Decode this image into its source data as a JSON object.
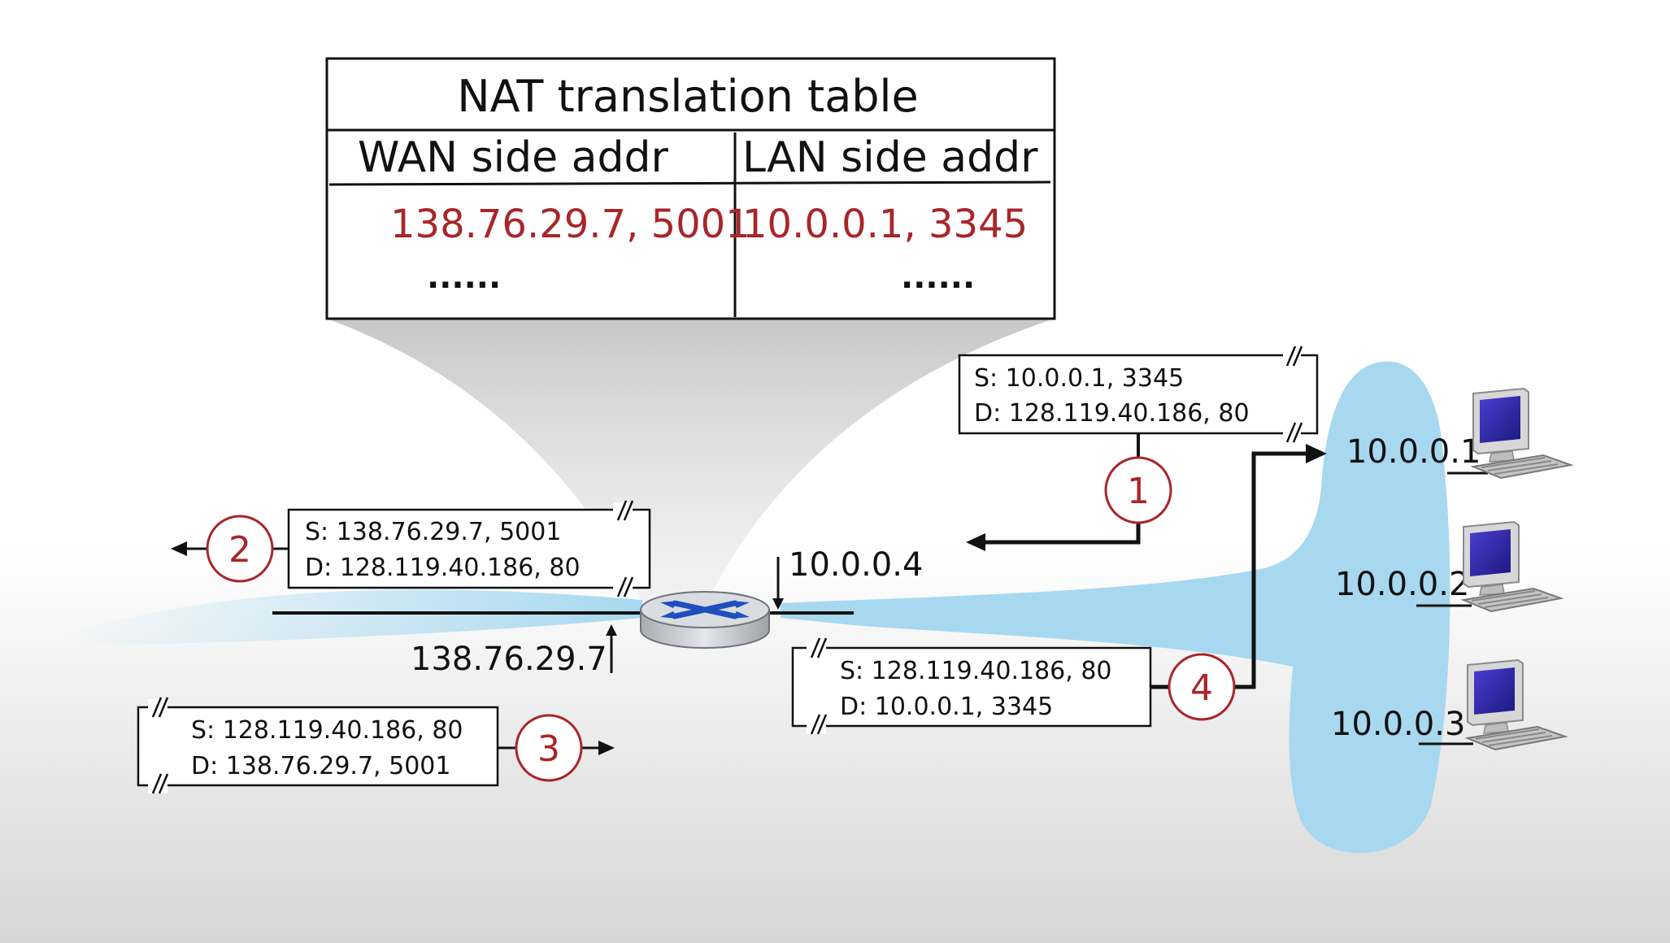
{
  "nat_table": {
    "title": "NAT translation table",
    "headers": {
      "wan": "WAN side addr",
      "lan": "LAN side addr"
    },
    "rows": [
      {
        "wan": "138.76.29.7, 5001",
        "lan": "10.0.0.1, 3345"
      },
      {
        "wan": "......",
        "lan": "......"
      }
    ]
  },
  "packets": {
    "p1": {
      "src": "S: 10.0.0.1, 3345",
      "dst": "D: 128.119.40.186, 80"
    },
    "p2": {
      "src": "S: 138.76.29.7, 5001",
      "dst": "D: 128.119.40.186, 80"
    },
    "p3": {
      "src": "S: 128.119.40.186, 80",
      "dst": "D: 138.76.29.7, 5001"
    },
    "p4": {
      "src": "S: 128.119.40.186, 80",
      "dst": "D: 10.0.0.1, 3345"
    }
  },
  "steps": [
    "1",
    "2",
    "3",
    "4"
  ],
  "addresses": {
    "router_lan": "10.0.0.4",
    "router_wan": "138.76.29.7",
    "host1": "10.0.0.1",
    "host2": "10.0.0.2",
    "host3": "10.0.0.3"
  },
  "colors": {
    "highlight_red": "#a8262a",
    "lan_blue": "#a7d8f0",
    "router_blue": "#1f4fbf"
  },
  "icons": [
    "router-icon",
    "desktop-computer-icon"
  ]
}
